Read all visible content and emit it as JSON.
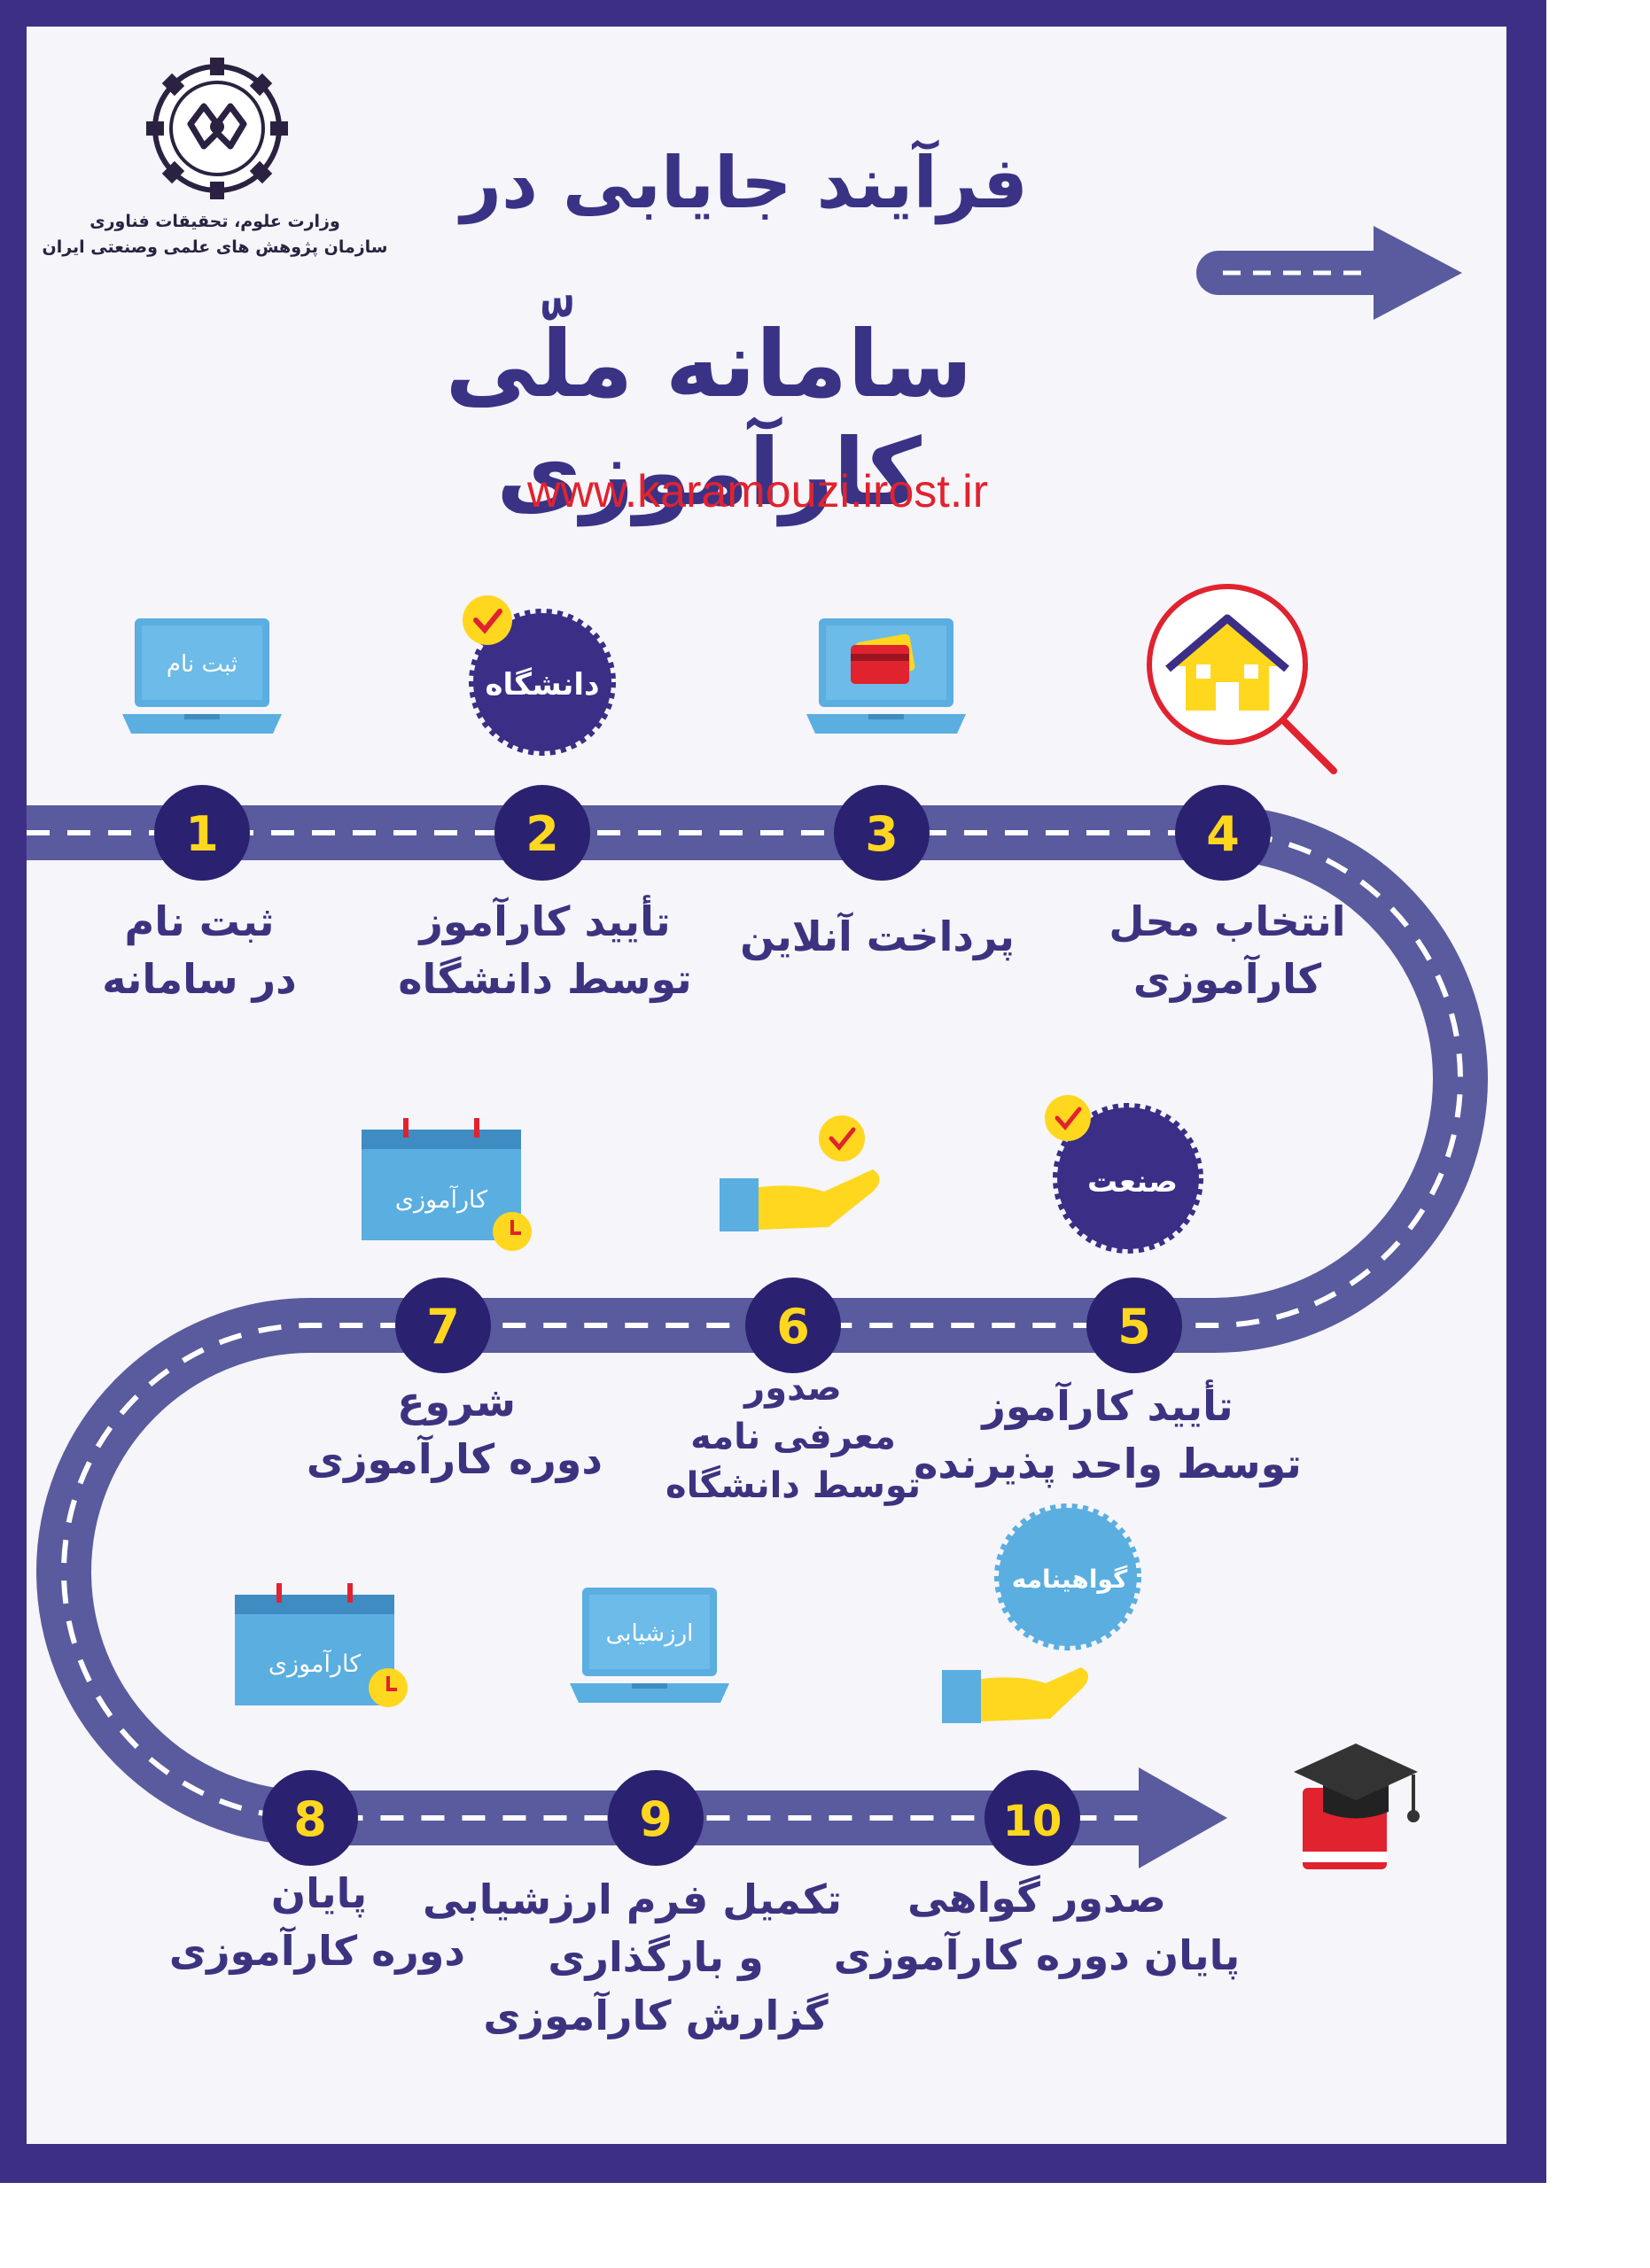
{
  "header": {
    "org_line1": "وزارت علوم، تحقیقات فناوری",
    "org_line2": "سازمان پژوهش های علمی وصنعتی ایران",
    "title_line1": "فرآیند جایابی در",
    "title_line2": "سامانه ملّی کارآموزی",
    "website": "www.karamouzi.irost.ir"
  },
  "steps": [
    {
      "number": "1",
      "lines": [
        "ثبت نام",
        "در سامانه"
      ]
    },
    {
      "number": "2",
      "lines": [
        "تأیید کارآموز",
        "توسط دانشگاه"
      ]
    },
    {
      "number": "3",
      "lines": [
        "پرداخت آنلاین"
      ]
    },
    {
      "number": "4",
      "lines": [
        "انتخاب محل",
        "کارآموزی"
      ]
    },
    {
      "number": "5",
      "lines": [
        "تأیید کارآموز",
        "توسط واحد پذیرنده"
      ]
    },
    {
      "number": "6",
      "lines": [
        "صدور",
        "معرفی نامه",
        "توسط دانشگاه"
      ]
    },
    {
      "number": "7",
      "lines": [
        "شروع",
        "دوره کارآموزی"
      ]
    },
    {
      "number": "8",
      "lines": [
        "پایان",
        "دوره کارآموزی"
      ]
    },
    {
      "number": "9",
      "lines": [
        "تکمیل فرم ارزشیابی",
        "و بارگذاری",
        "گزارش کارآموزی"
      ]
    },
    {
      "number": "10",
      "lines": [
        "صدور گواهی",
        "پایان دوره کارآموزی"
      ]
    }
  ],
  "icons": {
    "laptop_register": "ثبت نام",
    "seal_university": "دانشگاه",
    "seal_industry": "صنعت",
    "calendar_start": "کارآموزی",
    "calendar_end": "کارآموزی",
    "laptop_evaluation": "ارزشیابی",
    "seal_certificate": "گواهینامه"
  },
  "colors": {
    "road": "#5a5a9e",
    "road_dash": "#ffffff",
    "badge": "#2a2170",
    "badge_number": "#ffd71f",
    "text": "#3c3380",
    "accent_red": "#e0232f",
    "screen_blue": "#5aaee0"
  }
}
